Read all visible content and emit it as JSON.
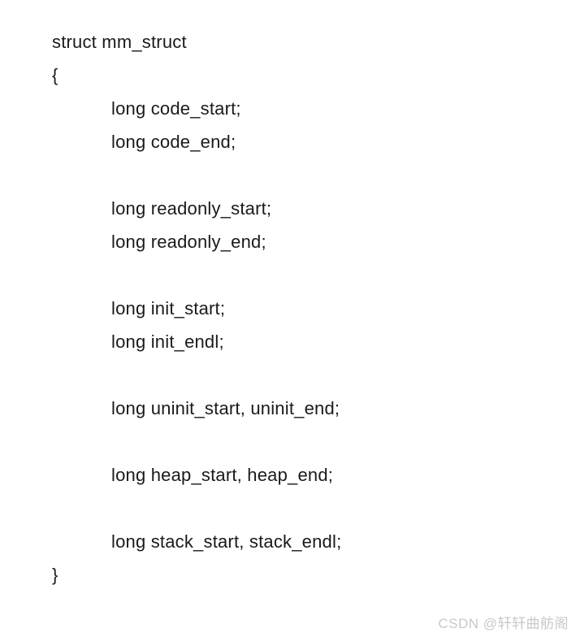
{
  "page": {
    "background_color": "#ffffff",
    "text_color": "#1a1a1a"
  },
  "code": {
    "language": "c",
    "lines": [
      {
        "text": "struct mm_struct",
        "indent": 0
      },
      {
        "text": "{",
        "indent": 0
      },
      {
        "text": "long code_start;",
        "indent": 1
      },
      {
        "text": "long code_end;",
        "indent": 1
      },
      {
        "text": "",
        "indent": 0
      },
      {
        "text": "long readonly_start;",
        "indent": 1
      },
      {
        "text": "long readonly_end;",
        "indent": 1
      },
      {
        "text": "",
        "indent": 0
      },
      {
        "text": "long init_start;",
        "indent": 1
      },
      {
        "text": "long init_endl;",
        "indent": 1
      },
      {
        "text": "",
        "indent": 0
      },
      {
        "text": "long uninit_start, uninit_end;",
        "indent": 1
      },
      {
        "text": "",
        "indent": 0
      },
      {
        "text": "long heap_start, heap_end;",
        "indent": 1
      },
      {
        "text": "",
        "indent": 0
      },
      {
        "text": "long stack_start, stack_endl;",
        "indent": 1
      },
      {
        "text": "}",
        "indent": 0
      }
    ]
  },
  "watermark": {
    "text": "CSDN @轩轩曲舫阁",
    "color": "#c9c9c9"
  }
}
